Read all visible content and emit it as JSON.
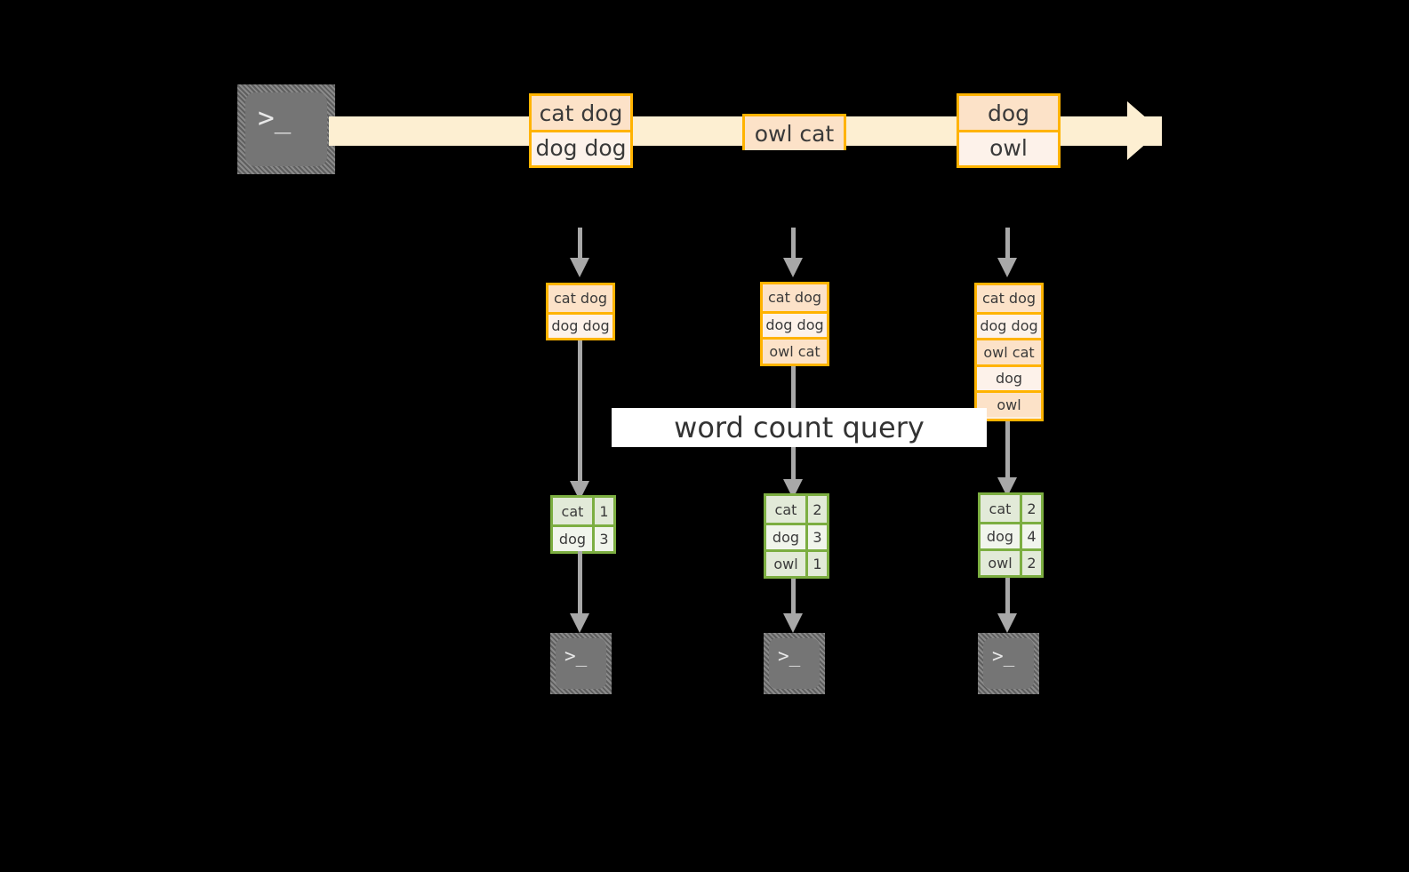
{
  "diagram": {
    "title_label": "word count query",
    "colors": {
      "gold_border": "#ffb300",
      "gold_fill_dark": "#fce2c8",
      "gold_fill_light": "#fdf2ea",
      "stream_fill": "#fdefd2",
      "green_border": "#7cae41",
      "green_fill_dark": "#e2ead8",
      "green_fill_light": "#f1f5ec",
      "connector_gray": "#a8a8a8",
      "terminal_body": "#757575",
      "background": "#000000",
      "label_band": "#ffffff"
    },
    "source_terminal": {
      "name": "source-terminal",
      "glyph": ">_"
    },
    "stream": {
      "name": "event-stream-arrow",
      "events": [
        {
          "id": "event-1",
          "lines": [
            "cat dog",
            "dog dog"
          ]
        },
        {
          "id": "event-2",
          "lines": [
            "owl cat"
          ]
        },
        {
          "id": "event-3",
          "lines": [
            "dog",
            "owl"
          ]
        }
      ]
    },
    "snapshots": [
      {
        "id": "snapshot-1",
        "input_lines": [
          "cat dog",
          "dog dog"
        ],
        "counts": [
          {
            "word": "cat",
            "count": "1"
          },
          {
            "word": "dog",
            "count": "3"
          }
        ],
        "sink_glyph": ">_"
      },
      {
        "id": "snapshot-2",
        "input_lines": [
          "cat dog",
          "dog dog",
          "owl cat"
        ],
        "counts": [
          {
            "word": "cat",
            "count": "2"
          },
          {
            "word": "dog",
            "count": "3"
          },
          {
            "word": "owl",
            "count": "1"
          }
        ],
        "sink_glyph": ">_"
      },
      {
        "id": "snapshot-3",
        "input_lines": [
          "cat dog",
          "dog dog",
          "owl cat",
          "dog",
          "owl"
        ],
        "counts": [
          {
            "word": "cat",
            "count": "2"
          },
          {
            "word": "dog",
            "count": "4"
          },
          {
            "word": "owl",
            "count": "2"
          }
        ],
        "sink_glyph": ">_"
      }
    ]
  }
}
